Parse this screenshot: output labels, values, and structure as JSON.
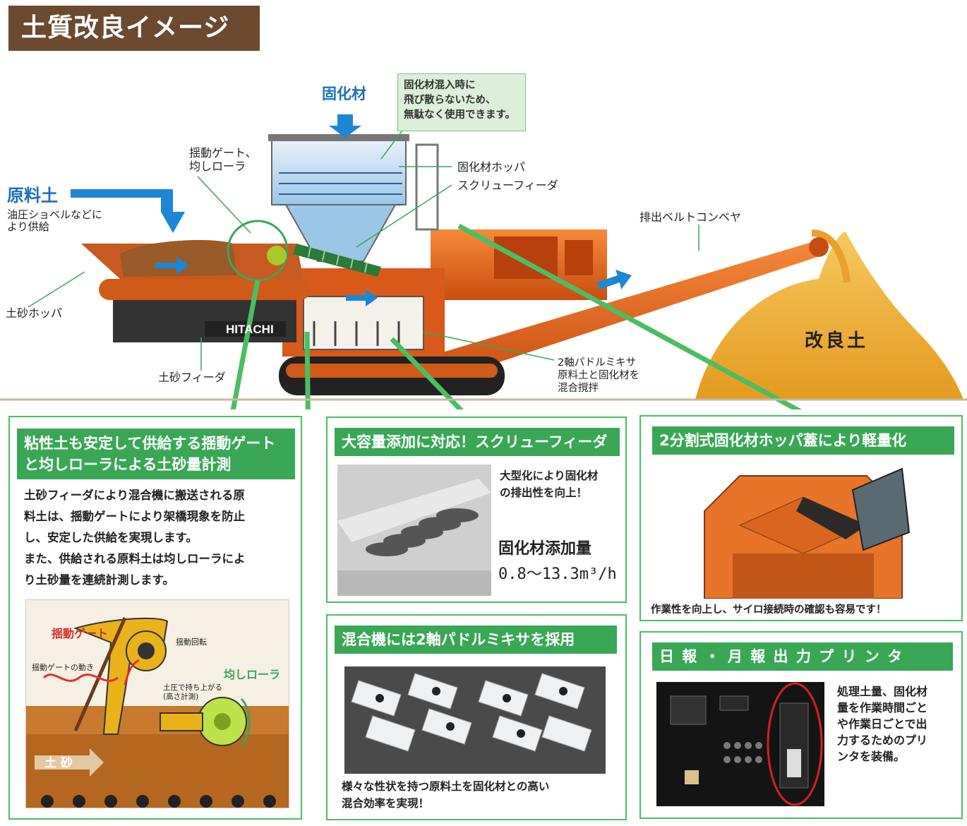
{
  "title": "土質改良イメージ",
  "labels": {
    "solidifier": "固化材",
    "note_lines": [
      "固化材混入時に",
      "飛び散らないため、",
      "無駄なく使用できます。"
    ],
    "gate_roller_lines": [
      "揺動ゲート、",
      "均しローラ"
    ],
    "raw_soil": "原料土",
    "raw_soil_sub_lines": [
      "油圧ショベルなどに",
      "より供給"
    ],
    "soil_hopper": "土砂ホッパ",
    "soil_feeder": "土砂フィーダ",
    "hopper": "固化材ホッパ",
    "screw_feeder": "スクリューフィーダ",
    "belt_conveyor": "排出ベルトコンベヤ",
    "mixer_lines": [
      "2軸パドルミキサ",
      "原料土と固化材を",
      "混合撹拌"
    ],
    "improved_soil": "改良土",
    "machine_brand": "HITACHI"
  },
  "panel_gate": {
    "head_lines": [
      "粘性土も安定して供給する揺動ゲート",
      "と均しローラによる土砂量計測"
    ],
    "body_lines": [
      "土砂フィーダにより混合機に搬送される原",
      "料土は、揺動ゲートにより架橋現象を防止",
      "し、安定した供給を実現します。",
      "また、供給される原料土は均しローラによ",
      "り土砂量を連続計測します。"
    ],
    "fig_gate": "揺動ゲート",
    "fig_swing": "揺動回転",
    "fig_gate_motion": "揺動ゲートの動き",
    "fig_roller": "均しローラ",
    "fig_lift_lines": [
      "土圧で持ち上がる",
      "(高さ計測)"
    ],
    "fig_soil": "土 砂"
  },
  "panel_screw": {
    "head": "大容量添加に対応！スクリューフィーダ",
    "text_lines": [
      "大型化により固化材",
      "の排出性を向上！"
    ],
    "rate_label": "固化材添加量",
    "rate_value": "0.8～13.3m³/h"
  },
  "panel_mixer": {
    "head": "混合機には2軸パドルミキサを採用",
    "text_lines": [
      "様々な性状を持つ原料土を固化材との高い",
      "混合効率を実現！"
    ]
  },
  "panel_hopper": {
    "head": "2分割式固化材ホッパ蓋により軽量化",
    "text": "作業性を向上し、サイロ接続時の確認も容易です！"
  },
  "panel_printer": {
    "head": "日 報 ・ 月 報 出 力 プ リ ン タ",
    "text_lines": [
      "処理土量、固化材",
      "量を作業時間ごと",
      "や作業日ごとで出",
      "力するためのプリ",
      "ンタを装備。"
    ]
  },
  "colors": {
    "title_bg": "#6b4a2f",
    "panel_head": "#3aa755",
    "panel_border": "#4cbd63",
    "machine_orange": "#e8681e",
    "blue_text": "#1a6fb8",
    "soil_gold": "#f0b43a"
  }
}
